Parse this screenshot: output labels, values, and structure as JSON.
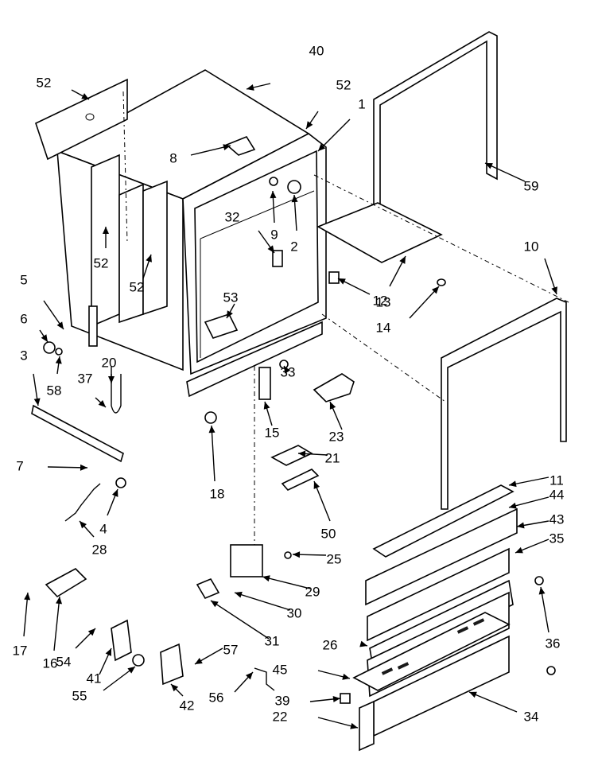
{
  "parts": [
    {
      "id": "p40",
      "text": "40"
    },
    {
      "id": "p52a",
      "text": "52"
    },
    {
      "id": "p52b",
      "text": "52"
    },
    {
      "id": "p1",
      "text": "1"
    },
    {
      "id": "p8",
      "text": "8"
    },
    {
      "id": "p32",
      "text": "32"
    },
    {
      "id": "p9",
      "text": "9"
    },
    {
      "id": "p2",
      "text": "2"
    },
    {
      "id": "p59",
      "text": "59"
    },
    {
      "id": "p10",
      "text": "10"
    },
    {
      "id": "p13",
      "text": "13"
    },
    {
      "id": "p12",
      "text": "12"
    },
    {
      "id": "p14",
      "text": "14"
    },
    {
      "id": "p52c",
      "text": "52"
    },
    {
      "id": "p52d",
      "text": "52"
    },
    {
      "id": "p5",
      "text": "5"
    },
    {
      "id": "p6",
      "text": "6"
    },
    {
      "id": "p3",
      "text": "3"
    },
    {
      "id": "p58",
      "text": "58"
    },
    {
      "id": "p20",
      "text": "20"
    },
    {
      "id": "p37",
      "text": "37"
    },
    {
      "id": "p53",
      "text": "53"
    },
    {
      "id": "p33",
      "text": "33"
    },
    {
      "id": "p23",
      "text": "23"
    },
    {
      "id": "p15",
      "text": "15"
    },
    {
      "id": "p21",
      "text": "21"
    },
    {
      "id": "p7",
      "text": "7"
    },
    {
      "id": "p4",
      "text": "4"
    },
    {
      "id": "p18",
      "text": "18"
    },
    {
      "id": "p28",
      "text": "28"
    },
    {
      "id": "p11",
      "text": "11"
    },
    {
      "id": "p44",
      "text": "44"
    },
    {
      "id": "p43",
      "text": "43"
    },
    {
      "id": "p35",
      "text": "35"
    },
    {
      "id": "p50",
      "text": "50"
    },
    {
      "id": "p25",
      "text": "25"
    },
    {
      "id": "p29",
      "text": "29"
    },
    {
      "id": "p30",
      "text": "30"
    },
    {
      "id": "p31",
      "text": "31"
    },
    {
      "id": "p36",
      "text": "36"
    },
    {
      "id": "p26",
      "text": "26"
    },
    {
      "id": "p17",
      "text": "17"
    },
    {
      "id": "p16",
      "text": "16"
    },
    {
      "id": "p54",
      "text": "54"
    },
    {
      "id": "p41",
      "text": "41"
    },
    {
      "id": "p55",
      "text": "55"
    },
    {
      "id": "p57",
      "text": "57"
    },
    {
      "id": "p42",
      "text": "42"
    },
    {
      "id": "p56",
      "text": "56"
    },
    {
      "id": "p45",
      "text": "45"
    },
    {
      "id": "p39",
      "text": "39"
    },
    {
      "id": "p22",
      "text": "22"
    },
    {
      "id": "p34",
      "text": "34"
    }
  ]
}
